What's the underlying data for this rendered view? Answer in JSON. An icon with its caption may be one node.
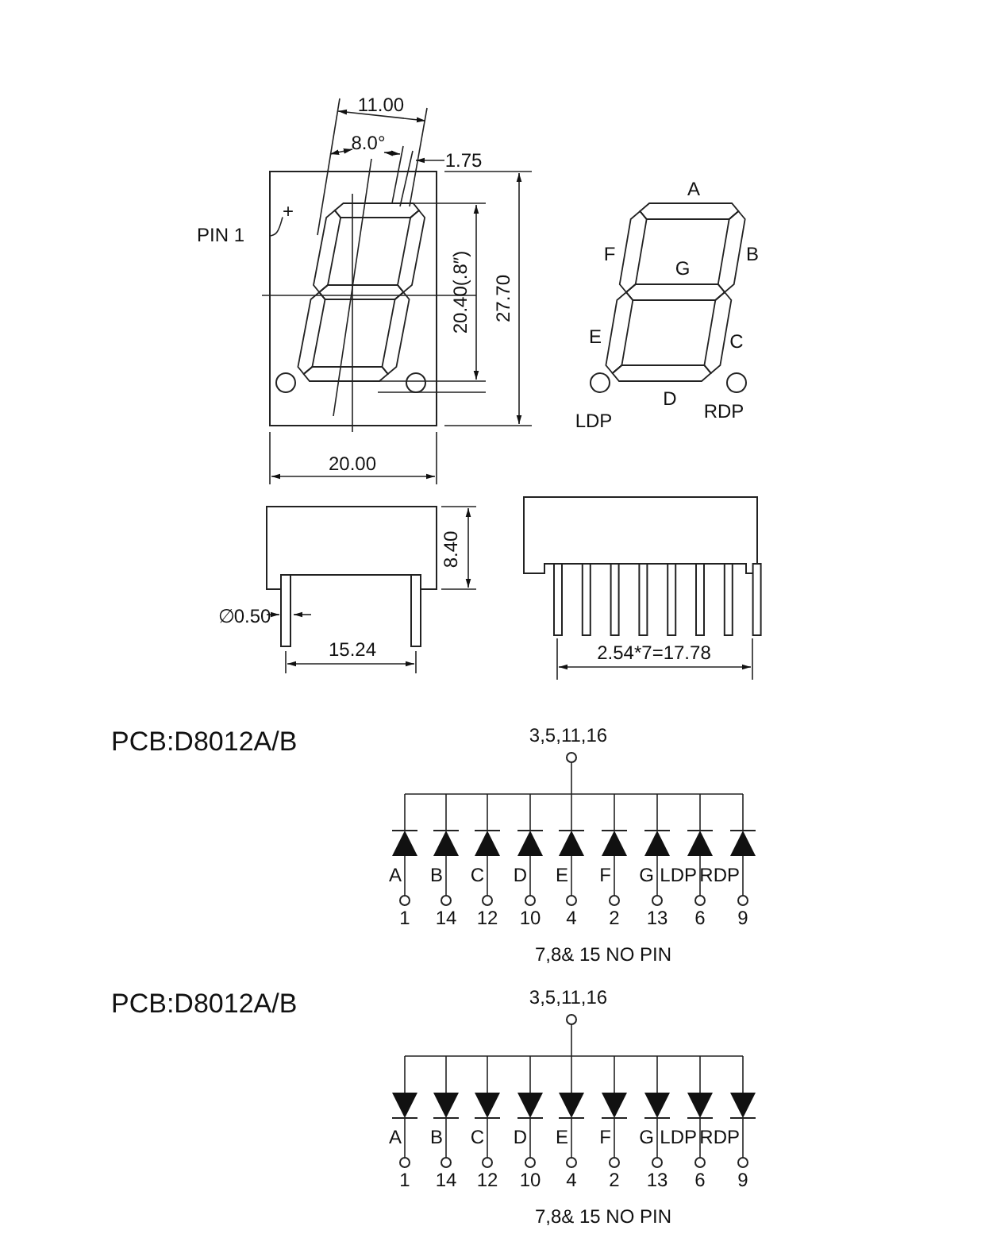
{
  "diagram": {
    "nodes": [
      {
        "text": [
          "PIN 1"
        ]
      },
      {
        "text": [
          "+"
        ]
      }
    ],
    "edges": [
      {
        "from": 0,
        "to": 1,
        "arrow": "none"
      }
    ],
    "labels": [
      "11.00",
      "8.0°",
      "1.75",
      "20.40(.8″)",
      "27.70",
      "20.00",
      "A",
      "F",
      "G",
      "B",
      "E",
      "C",
      "LDP",
      "D",
      "RDP",
      "8.40",
      "∅0.50",
      "15.24",
      "2.54*7=17.78",
      "PCB:D8012A/B",
      "3,5,11,16",
      "A",
      "B",
      "C",
      "D",
      "E",
      "F",
      "G",
      "LDP",
      "RDP",
      "1",
      "14",
      "12",
      "10",
      "4",
      "2",
      "13",
      "6",
      "9",
      "7,8& 15 NO PIN",
      "PCB:D8012A/B",
      "3,5,11,16",
      "A",
      "B",
      "C",
      "D",
      "E",
      "F",
      "G",
      "LDP",
      "RDP",
      "1",
      "14",
      "12",
      "10",
      "4",
      "2",
      "13",
      "6",
      "9",
      "7,8& 15 NO PIN"
    ]
  }
}
